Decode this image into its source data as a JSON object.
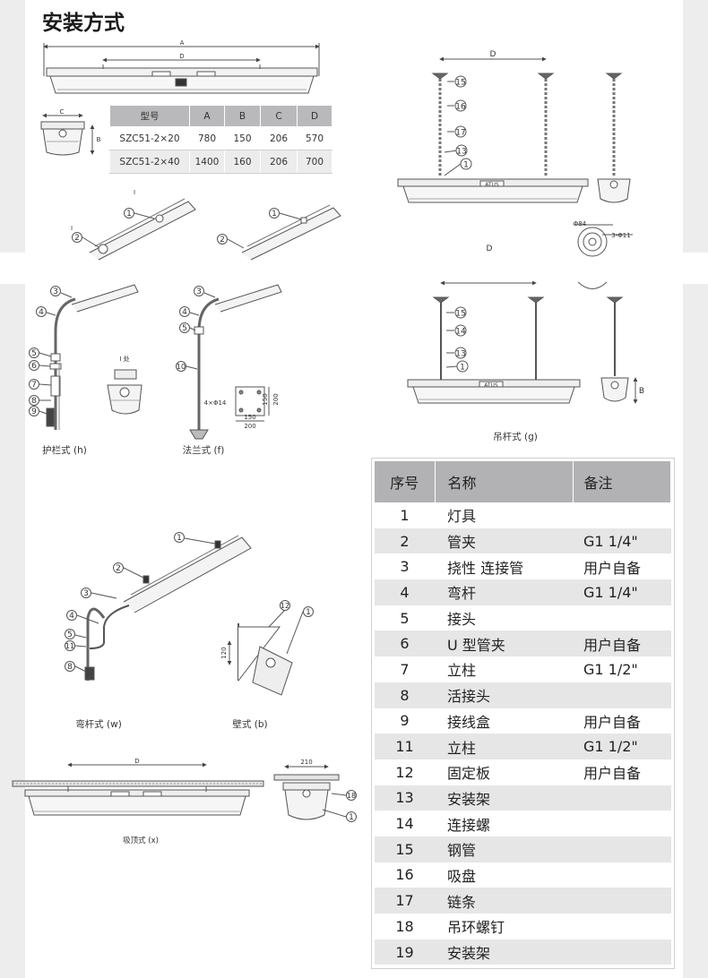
{
  "page": {
    "title": "安装方式"
  },
  "dims_table": {
    "headers": [
      "型号",
      "A",
      "B",
      "C",
      "D"
    ],
    "rows": [
      [
        "SZC51-2×20",
        "780",
        "150",
        "206",
        "570"
      ],
      [
        "SZC51-2×40",
        "1400",
        "160",
        "206",
        "700"
      ]
    ]
  },
  "parts_table": {
    "headers": [
      "序号",
      "名称",
      "备注"
    ],
    "rows": [
      [
        "1",
        "灯具",
        ""
      ],
      [
        "2",
        "管夹",
        "G1 1/4\""
      ],
      [
        "3",
        "挠性 连接管",
        "用户自备"
      ],
      [
        "4",
        "弯杆",
        "G1 1/4\""
      ],
      [
        "5",
        "接头",
        ""
      ],
      [
        "6",
        "U 型管夹",
        "用户自备"
      ],
      [
        "7",
        "立柱",
        "G1 1/2\""
      ],
      [
        "8",
        "活接头",
        ""
      ],
      [
        "9",
        "接线盒",
        "用户自备"
      ],
      [
        "11",
        "立柱",
        "G1 1/2\""
      ],
      [
        "12",
        "固定板",
        "用户自备"
      ],
      [
        "13",
        "安装架",
        ""
      ],
      [
        "14",
        "连接螺",
        ""
      ],
      [
        "15",
        "钢管",
        ""
      ],
      [
        "16",
        "吸盘",
        ""
      ],
      [
        "17",
        "链条",
        ""
      ],
      [
        "18",
        "吊环螺钉",
        ""
      ],
      [
        "19",
        "安装架",
        ""
      ]
    ]
  },
  "captions": {
    "guardrail": "护栏式 (h)",
    "flange": "法兰式 (f)",
    "pendant_rod": "吊杆式 (g)",
    "bent_rod": "弯杆式 (w)",
    "wall": "壁式 (b)",
    "ceiling": "吸顶式 (x)"
  },
  "labels": {
    "dim_a": "A",
    "dim_b": "B",
    "dim_c": "C",
    "dim_d": "D",
    "detail_i": "I",
    "detail_i_view": "I 处",
    "phi84": "Φ84",
    "holes_3": "3-Φ11",
    "holes_4": "4×Φ14",
    "dim_150": "150",
    "dim_200": "200",
    "dim_120": "120",
    "dim_210": "210",
    "lamp_mark": "ATUS"
  },
  "callouts": {
    "c1": "1",
    "c2": "2",
    "c3": "3",
    "c4": "4",
    "c5": "5",
    "c6": "6",
    "c7": "7",
    "c8": "8",
    "c9": "9",
    "c10": "10",
    "c11": "11",
    "c12": "12",
    "c13": "13",
    "c14": "14",
    "c15": "15",
    "c16": "16",
    "c17": "17",
    "c18": "18"
  }
}
